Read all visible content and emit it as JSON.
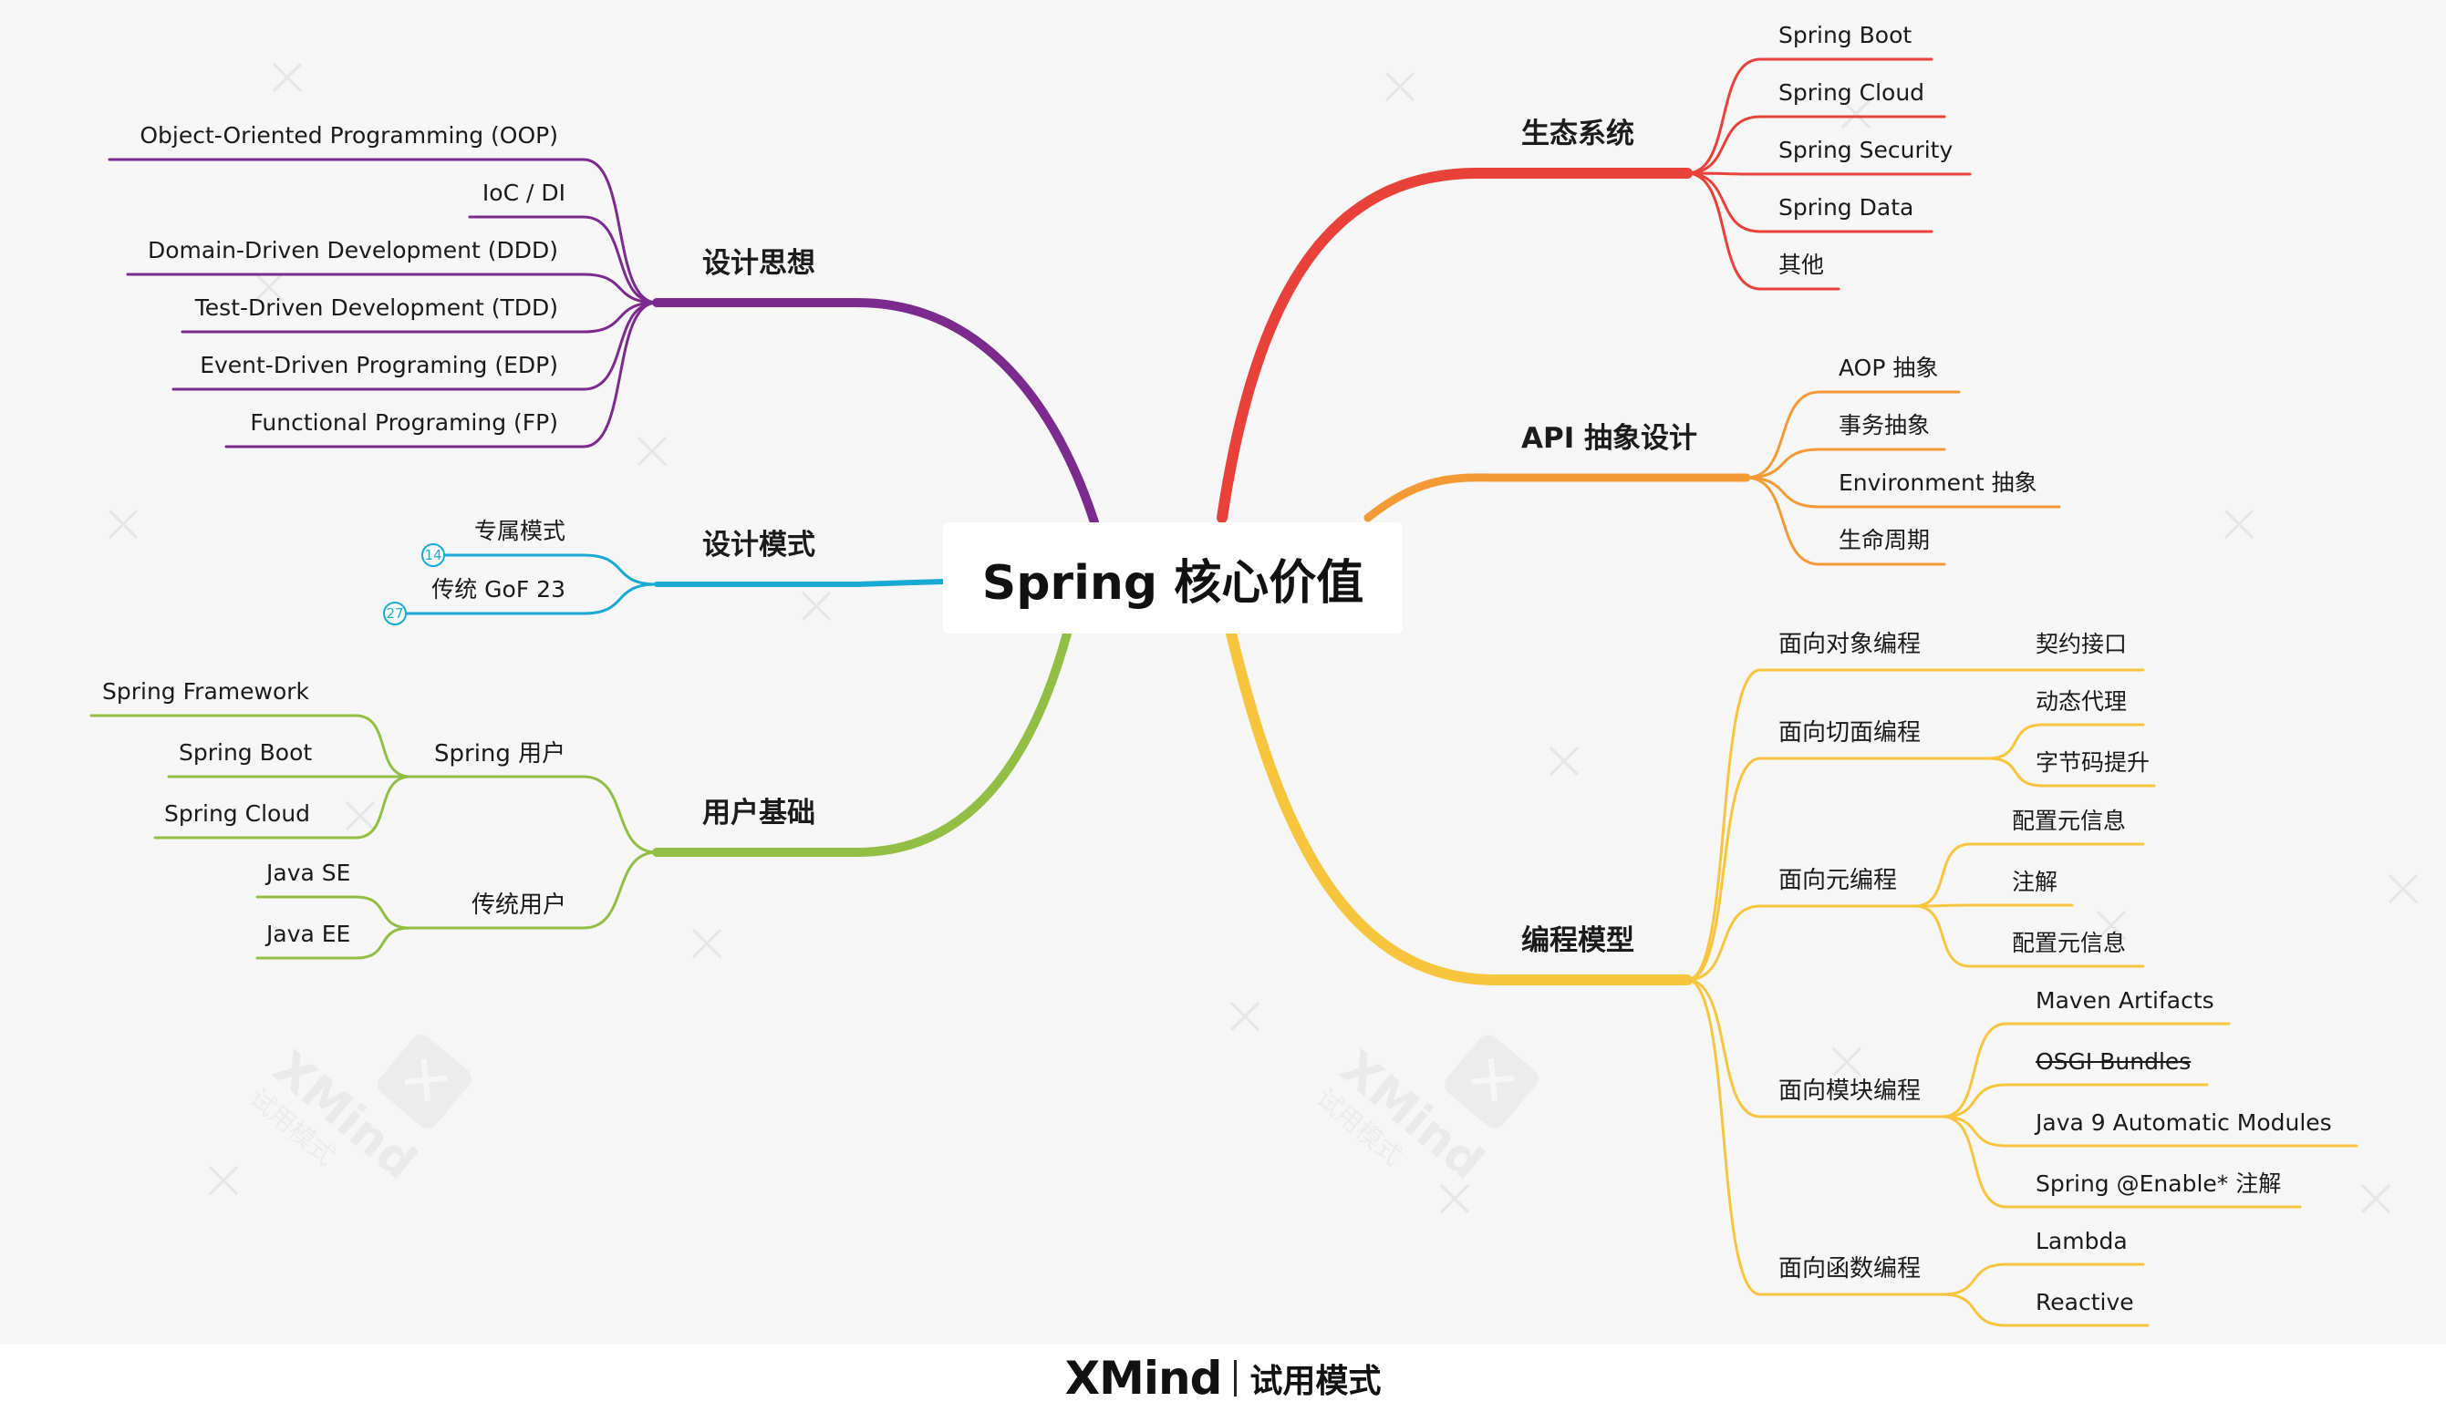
{
  "central_topic": "Spring 核心价值",
  "main_topics": {
    "ecosystem": "生态系统",
    "api_abstraction": "API 抽象设计",
    "programming_model": "编程模型",
    "design_philosophy": "设计思想",
    "design_patterns": "设计模式",
    "user_base": "用户基础"
  },
  "ecosystem": [
    "Spring Boot",
    "Spring Cloud",
    "Spring Security",
    "Spring Data",
    "其他"
  ],
  "api_abstraction": [
    "AOP 抽象",
    "事务抽象",
    "Environment 抽象",
    "生命周期"
  ],
  "programming_model": {
    "oop": {
      "label": "面向对象编程",
      "items": [
        "契约接口"
      ]
    },
    "aop": {
      "label": "面向切面编程",
      "items": [
        "动态代理",
        "字节码提升"
      ]
    },
    "meta": {
      "label": "面向元编程",
      "items": [
        "配置元信息",
        "注解",
        "配置元信息"
      ]
    },
    "module": {
      "label": "面向模块编程",
      "items": [
        "Maven Artifacts",
        "OSGI Bundles",
        "Java 9 Automatic Modules",
        "Spring @Enable* 注解"
      ]
    },
    "functional": {
      "label": "面向函数编程",
      "items": [
        "Lambda",
        "Reactive"
      ]
    }
  },
  "design_philosophy": [
    "Object-Oriented Programming (OOP)",
    "IoC / DI",
    "Domain-Driven Development (DDD)",
    "Test-Driven Development (TDD)",
    "Event-Driven Programing  (EDP)",
    "Functional Programing (FP)"
  ],
  "design_patterns": [
    {
      "label": "专属模式",
      "badge": "14"
    },
    {
      "label": "传统 GoF 23",
      "badge": "27"
    }
  ],
  "user_base": {
    "spring_users": {
      "label": "Spring 用户",
      "items": [
        "Spring Framework",
        "Spring Boot",
        "Spring Cloud"
      ]
    },
    "traditional_users": {
      "label": "传统用户",
      "items": [
        "Java SE",
        "Java EE"
      ]
    }
  },
  "watermark": {
    "brand": "XMind",
    "mode": "试用模式"
  },
  "footer": {
    "brand": "XMind",
    "mode": "试用模式"
  },
  "colors": {
    "red": "#e8413a",
    "orange": "#f39a36",
    "yellow": "#f7c43e",
    "purple": "#7b2a8e",
    "cyan": "#18a9d4",
    "green": "#93be45"
  }
}
